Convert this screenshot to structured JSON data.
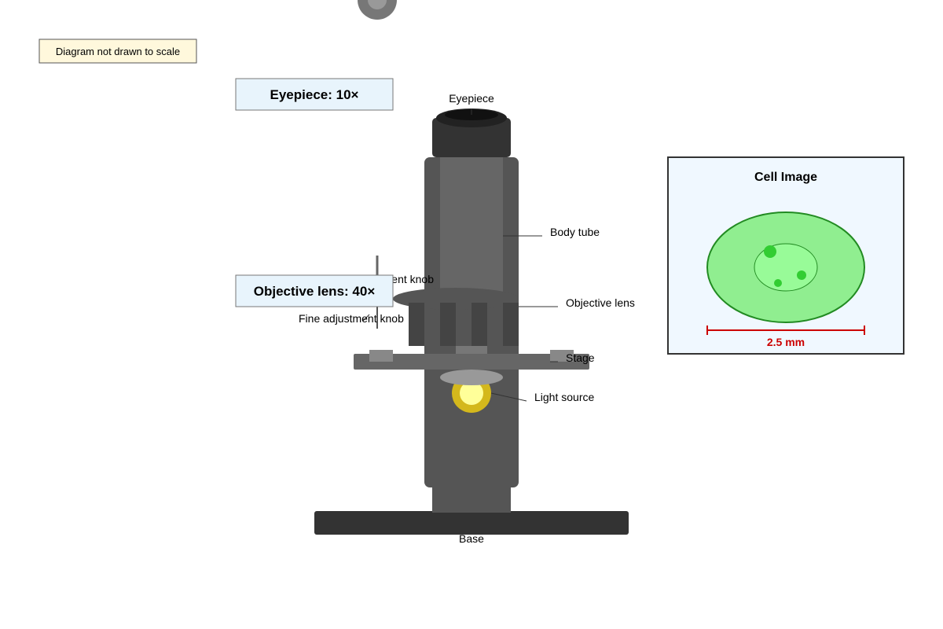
{
  "notes": {
    "scale_note": "Diagram not drawn to scale"
  },
  "magnification": {
    "eyepiece_label": "Eyepiece: 10×",
    "objective_label": "Objective lens: 40×"
  },
  "parts": {
    "eyepiece": "Eyepiece",
    "body_tube": "Body tube",
    "coarse_knob_partial": "ent knob",
    "objective_lens": "Objective lens",
    "fine_knob": "Fine adjustment knob",
    "stage": "Stage",
    "light_source": "Light source",
    "base": "Base"
  },
  "cell_panel": {
    "title": "Cell Image",
    "scale_bar_label": "2.5 mm"
  },
  "colors": {
    "microscope_dark": "#333333",
    "microscope_body": "#555555",
    "microscope_light": "#666666",
    "note_bg": "#fff8dc",
    "mag_box_bg": "#e8f4fc",
    "cell_panel_bg": "#f0f8ff",
    "cell_fill": "#90ee90",
    "cell_stroke": "#228b22",
    "organelle": "#32cd32",
    "scale_bar": "#cc0000",
    "light_outer": "#d4b81c",
    "light_inner": "#ffff99"
  }
}
